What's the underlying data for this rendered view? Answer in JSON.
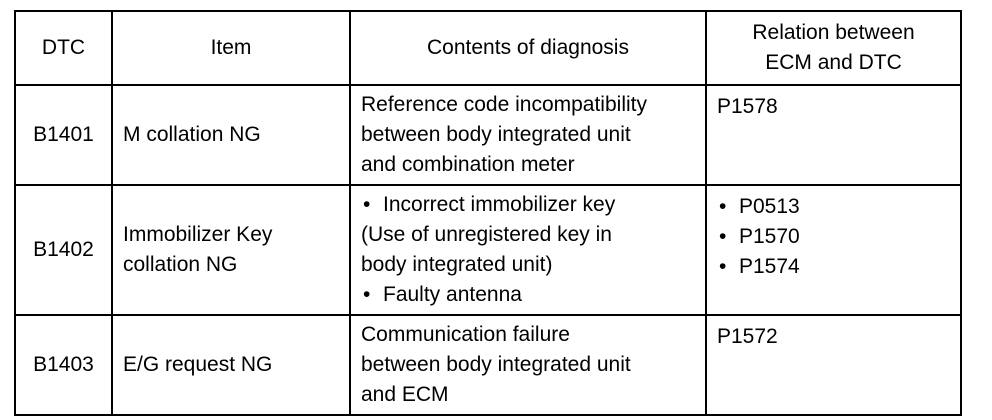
{
  "table": {
    "headers": {
      "dtc": "DTC",
      "item": "Item",
      "contents": "Contents of diagnosis",
      "relation_line1": "Relation between",
      "relation_line2": "ECM and DTC"
    },
    "bullet_glyph": "•",
    "rows": [
      {
        "dtc": "B1401",
        "item_line1": "M collation NG",
        "contents_line1": "Reference code incompatibility",
        "contents_line2": "between body integrated unit",
        "contents_line3": "and combination meter",
        "relation": "P1578"
      },
      {
        "dtc": "B1402",
        "item_line1": "Immobilizer Key",
        "item_line2": "collation NG",
        "contents_bullet1": "Incorrect immobilizer key",
        "contents_line2": "(Use of unregistered key in",
        "contents_line3": "body integrated unit)",
        "contents_bullet2": "Faulty antenna",
        "relation_items": [
          "P0513",
          "P1570",
          "P1574"
        ]
      },
      {
        "dtc": "B1403",
        "item_line1": "E/G request NG",
        "contents_line1": "Communication failure",
        "contents_line2": "between body integrated unit",
        "contents_line3": "and ECM",
        "relation": "P1572"
      }
    ]
  }
}
